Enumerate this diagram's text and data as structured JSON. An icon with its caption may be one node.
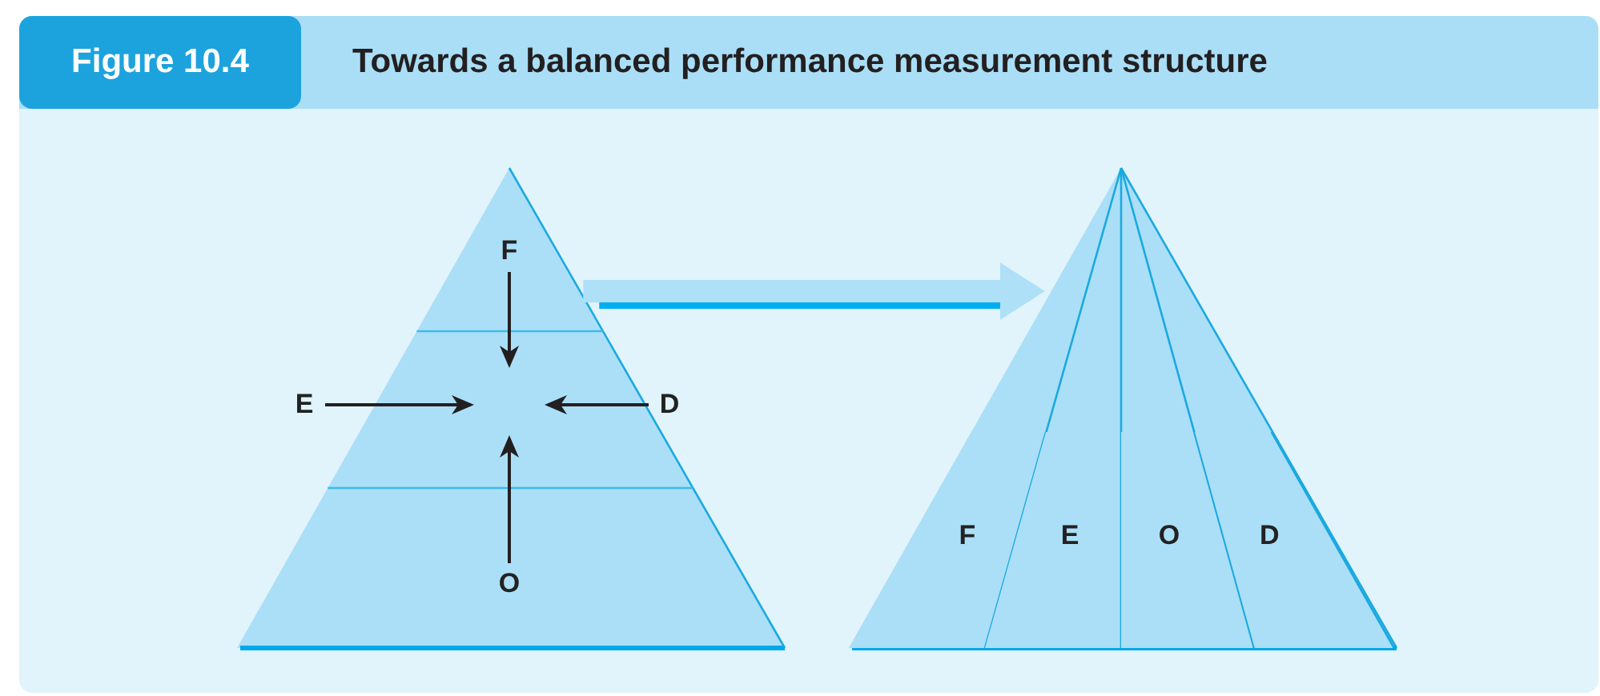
{
  "diagram": {
    "title": "Towards a balanced performance measurement structure",
    "nodes": [
      {
        "text": [],
        "shape": "triangle"
      },
      {
        "text": [
          "F"
        ],
        "in": 0
      },
      {
        "text": [
          "E"
        ]
      },
      {
        "text": [
          "D"
        ]
      },
      {
        "text": [
          "O"
        ],
        "in": 0
      },
      {
        "text": [],
        "shape": "triangle"
      },
      {
        "text": [
          "F"
        ],
        "in": 5
      },
      {
        "text": [
          "E"
        ],
        "in": 5
      },
      {
        "text": [
          "O"
        ],
        "in": 5
      },
      {
        "text": [
          "D"
        ],
        "in": 5
      }
    ],
    "edges": [
      {
        "from": 1,
        "to": null,
        "arrow": "to"
      },
      {
        "from": 2,
        "to": null,
        "arrow": "to"
      },
      {
        "from": 3,
        "to": null,
        "arrow": "to"
      },
      {
        "from": 4,
        "to": null,
        "arrow": "to"
      },
      {
        "from": 0,
        "to": 5,
        "arrow": "to",
        "style": "thick",
        "color": "#aee0f8"
      }
    ],
    "labels": [
      "Figure 10.4"
    ]
  }
}
